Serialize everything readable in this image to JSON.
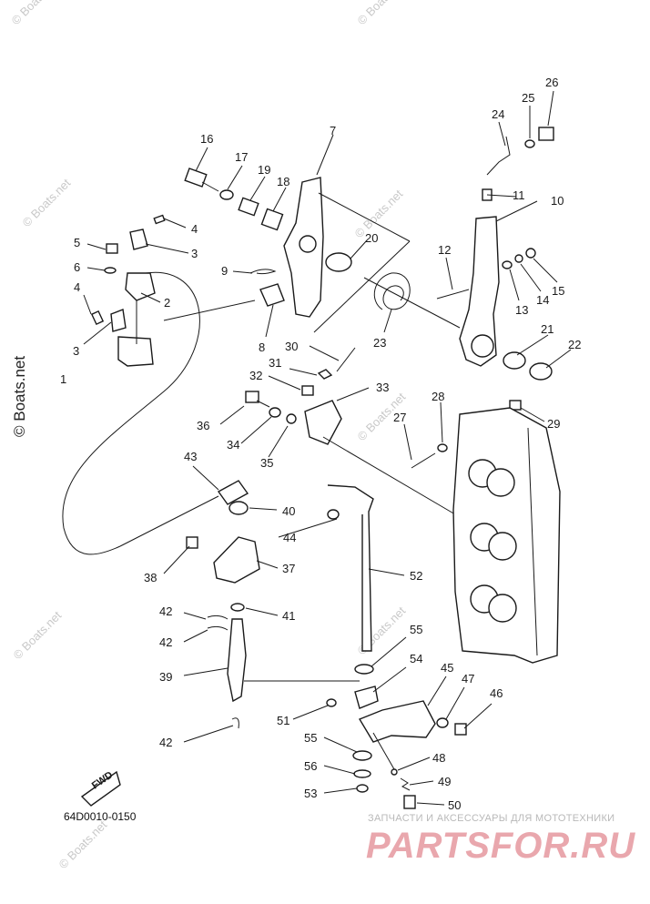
{
  "diagram": {
    "callouts": [
      "1",
      "2",
      "3",
      "3",
      "4",
      "4",
      "5",
      "6",
      "7",
      "8",
      "9",
      "10",
      "11",
      "12",
      "13",
      "14",
      "15",
      "16",
      "17",
      "18",
      "19",
      "20",
      "21",
      "22",
      "23",
      "24",
      "25",
      "26",
      "27",
      "28",
      "29",
      "30",
      "31",
      "32",
      "33",
      "34",
      "35",
      "36",
      "37",
      "38",
      "39",
      "40",
      "41",
      "42",
      "42",
      "42",
      "43",
      "44",
      "45",
      "46",
      "47",
      "48",
      "49",
      "50",
      "51",
      "52",
      "53",
      "54",
      "55",
      "55",
      "56"
    ],
    "drawing_code": "64D0010-0150",
    "fwd_label": "FWD"
  },
  "watermarks": {
    "side_text": "© Boats.net",
    "tile_text": "© Boats.net",
    "brand_top": "ЗАПЧАСТИ И АКСЕССУАРЫ ДЛЯ МОТОТЕХНИКИ",
    "brand_main": "PARTSFOR.RU"
  }
}
